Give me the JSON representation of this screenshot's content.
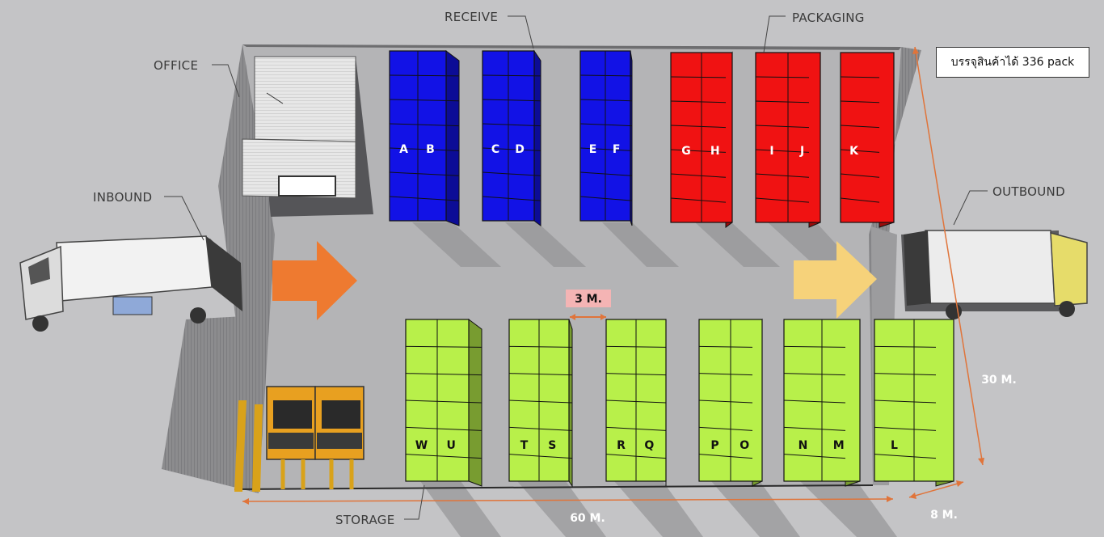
{
  "labels": {
    "office": "OFFICE",
    "receive": "RECEIVE",
    "packaging": "PACKAGING",
    "inbound": "INBOUND",
    "outbound": "OUTBOUND",
    "storage": "STORAGE"
  },
  "capacity_note": "บรรจุสินค้าได้ 336 pack",
  "dimensions": {
    "aisle": "3 M.",
    "length": "60 M.",
    "width": "30 M.",
    "dock": "8 M."
  },
  "receive_racks": [
    {
      "left": "A",
      "right": "B"
    },
    {
      "left": "C",
      "right": "D"
    },
    {
      "left": "E",
      "right": "F"
    }
  ],
  "packaging_racks": [
    {
      "left": "G",
      "right": "H"
    },
    {
      "left": "I",
      "right": "J"
    },
    {
      "left": "K",
      "right": ""
    }
  ],
  "storage_racks": [
    {
      "left": "W",
      "right": "U"
    },
    {
      "left": "T",
      "right": "S"
    },
    {
      "left": "R",
      "right": "Q"
    },
    {
      "left": "P",
      "right": "O"
    },
    {
      "left": "N",
      "right": "M"
    },
    {
      "left": "L",
      "right": ""
    }
  ],
  "colors": {
    "receive": "#1212e6",
    "packaging": "#f01212",
    "storage": "#b8f04a",
    "inbound_arrow": "#ee7a30",
    "outbound_arrow": "#f6d27a"
  }
}
